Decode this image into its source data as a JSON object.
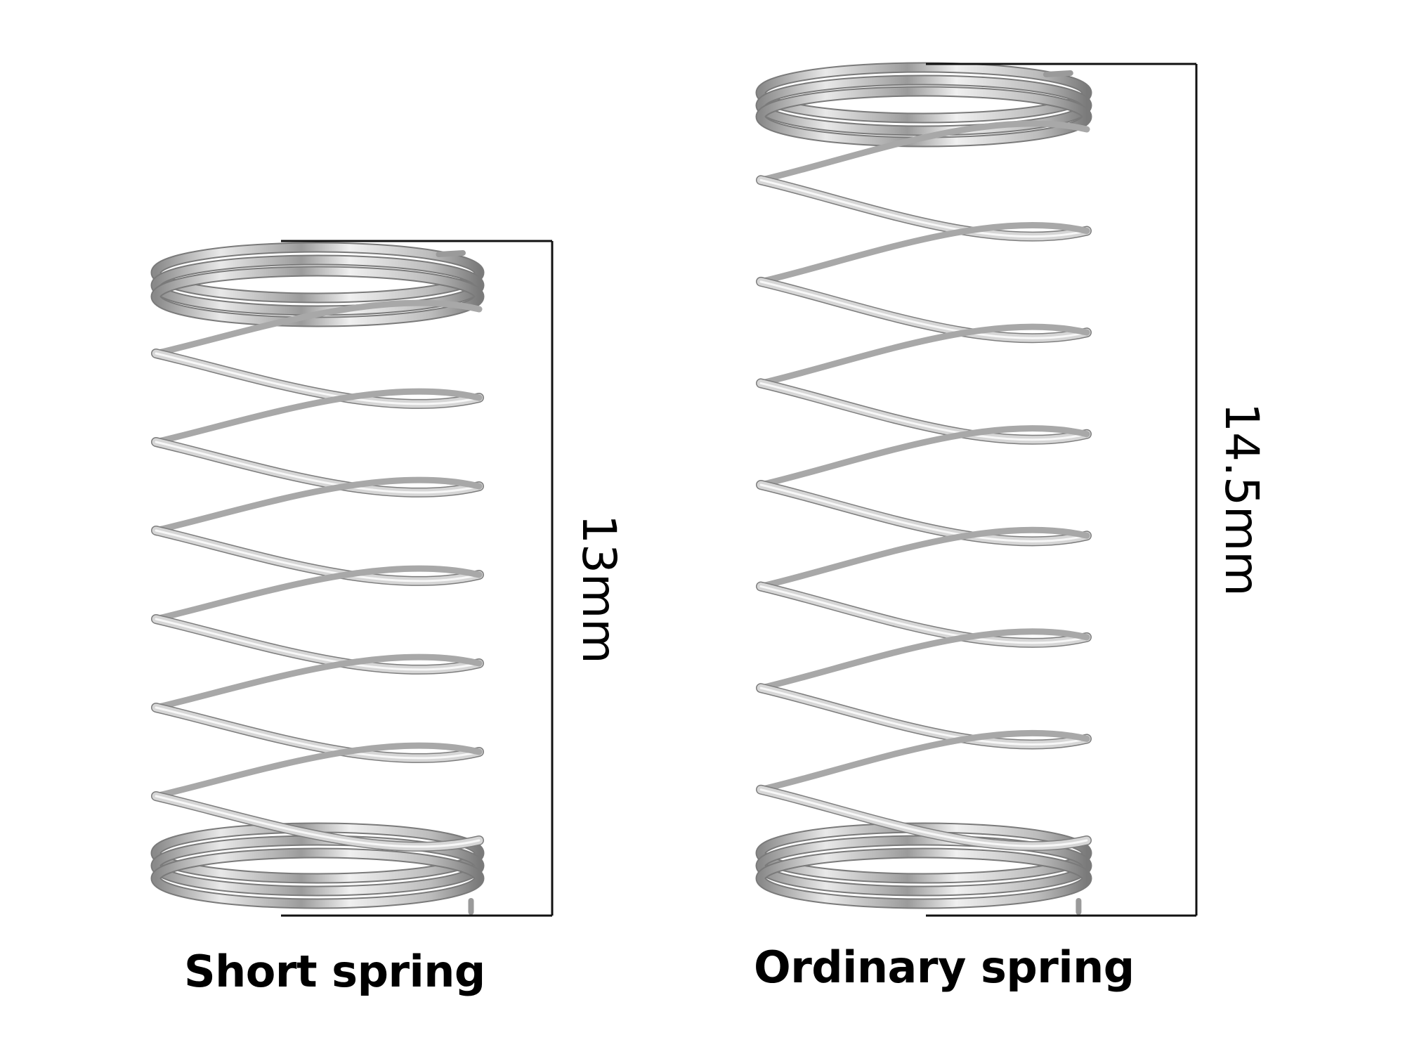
{
  "springs": [
    {
      "id": "short",
      "caption": "Short spring",
      "dimension_label": "13mm",
      "length_mm": 13,
      "active_coils": 6
    },
    {
      "id": "ordinary",
      "caption": "Ordinary spring",
      "dimension_label": "14.5mm",
      "length_mm": 14.5,
      "active_coils": 7
    }
  ],
  "colors": {
    "background": "#ffffff",
    "dimension_line": "#111111",
    "text": "#000000",
    "wire_light": "#f2f2f2",
    "wire_mid": "#b9b9b9",
    "wire_dark": "#6e6e6e"
  }
}
